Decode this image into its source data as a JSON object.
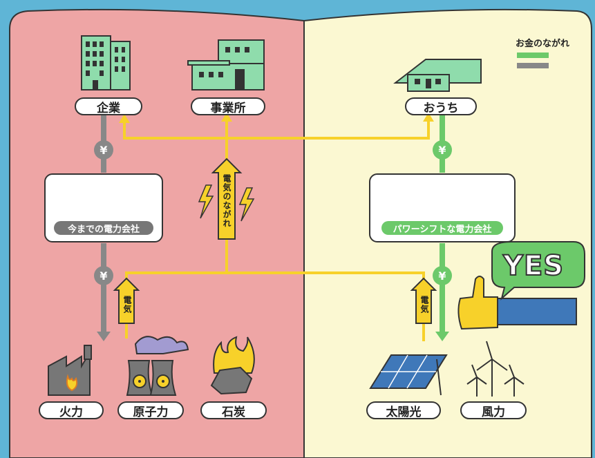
{
  "legend": {
    "title": "お金のながれ",
    "colors": {
      "renewable": "#6cc96a",
      "conventional": "#888888"
    }
  },
  "left": {
    "nodes": {
      "company": "企業",
      "office": "事業所"
    },
    "utility": "今までの電力会社",
    "sources": {
      "thermal": "火力",
      "nuclear": "原子力",
      "coal": "石炭"
    },
    "money_symbol": "¥",
    "electricity_flow_label": "電気のながれ",
    "electricity_label": "電気"
  },
  "right": {
    "nodes": {
      "house": "おうち"
    },
    "utility": "パワーシフトな電力会社",
    "sources": {
      "solar": "太陽光",
      "wind": "風力"
    },
    "money_symbol": "¥",
    "electricity_label": "電気",
    "speech": "YES"
  },
  "colors": {
    "left_bg": "#eea5a5",
    "right_bg": "#fbf8d2",
    "electricity": "#f7d12a",
    "money_left": "#888888",
    "money_right": "#6cc96a",
    "building": "#8fdcac"
  }
}
